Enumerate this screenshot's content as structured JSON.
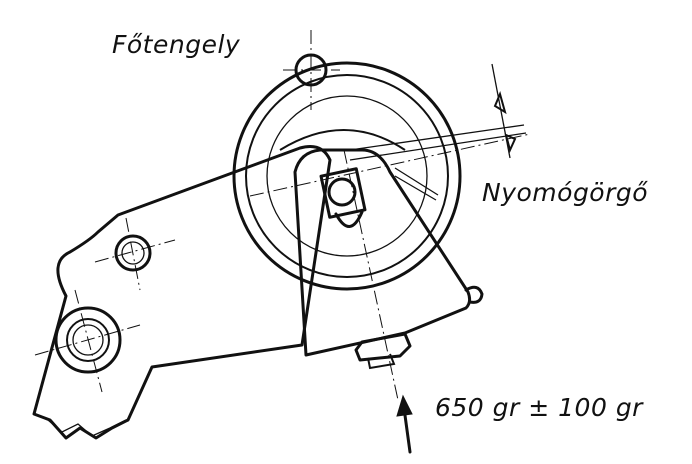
{
  "labels": {
    "main_shaft": "Főtengely",
    "pressure_roller": "Nyomógörgő",
    "force": "650 gr ± 100 gr"
  }
}
